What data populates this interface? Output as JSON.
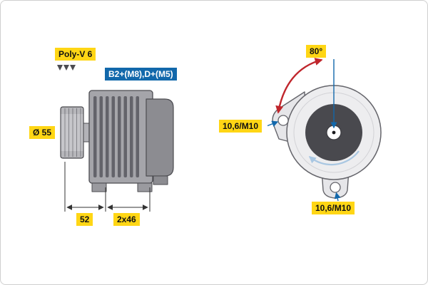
{
  "labels": {
    "belt_type": "Poly-V 6",
    "terminals": "B2+(M8),D+(M5)",
    "pulley_diameter": "Ø 55",
    "dim_pulley_width": "52",
    "dim_mount": "2x46",
    "swing_angle": "80°",
    "bolt_left": "10,6/M10",
    "bolt_bottom": "10,6/M10"
  },
  "colors": {
    "label_yellow": "#ffd615",
    "label_blue": "#1268ab",
    "dimension_black": "#333333",
    "angle_arrow_red": "#c0262c",
    "pointer_blue": "#1268ab",
    "rotation_arrow_lightblue": "#a9c7e2",
    "metal_light": "#a5a5aa",
    "metal_dark": "#49494e"
  }
}
